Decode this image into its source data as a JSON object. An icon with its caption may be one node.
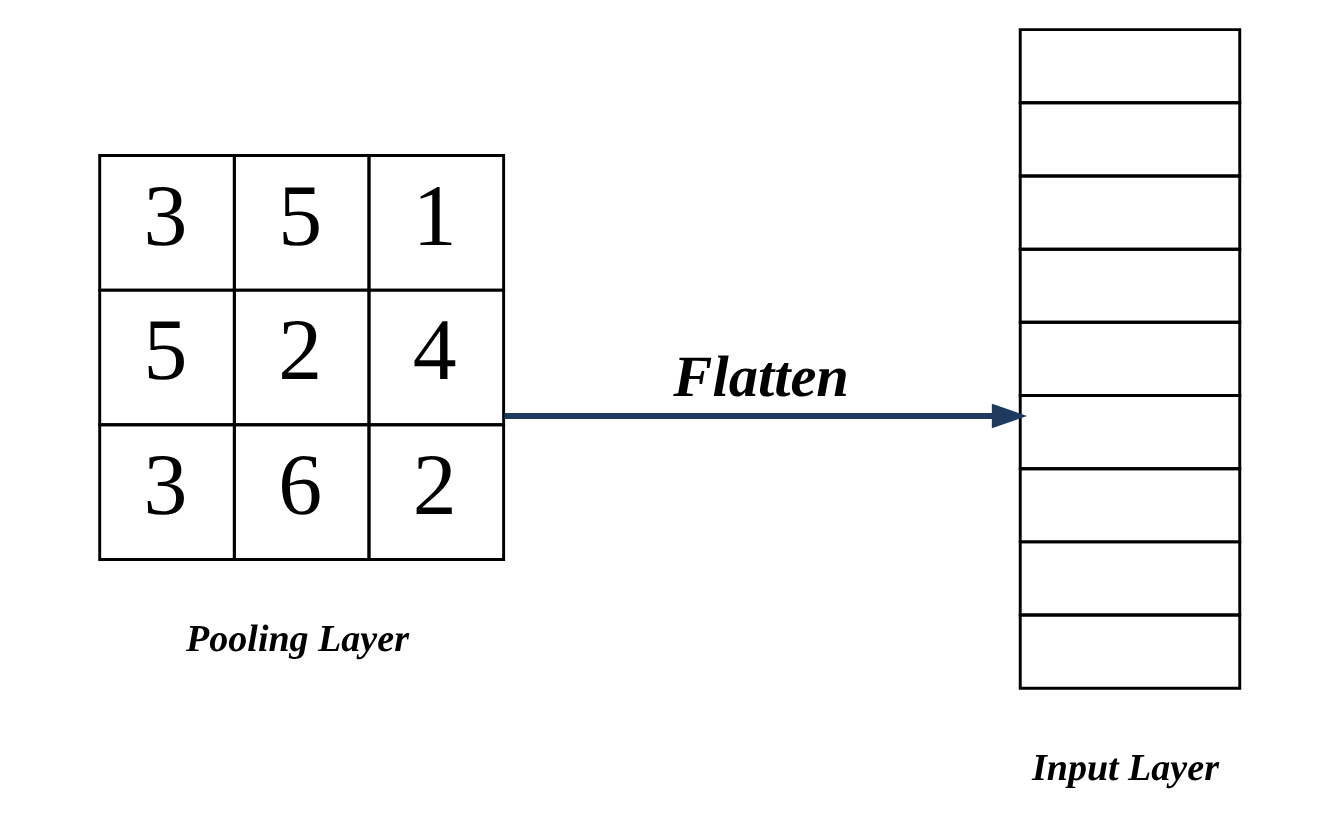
{
  "diagram": {
    "nodes": [
      {
        "text": [
          "3",
          "5",
          "1",
          "5",
          "2",
          "4",
          "3",
          "6",
          "2"
        ],
        "beside": [
          "Pooling Layer"
        ]
      },
      {
        "text": [],
        "shape": "bar",
        "beside": [
          "Input Layer"
        ]
      }
    ],
    "edges": [
      {
        "from": 0,
        "to": 1,
        "arrow": "to",
        "label": "Flatten"
      }
    ]
  }
}
